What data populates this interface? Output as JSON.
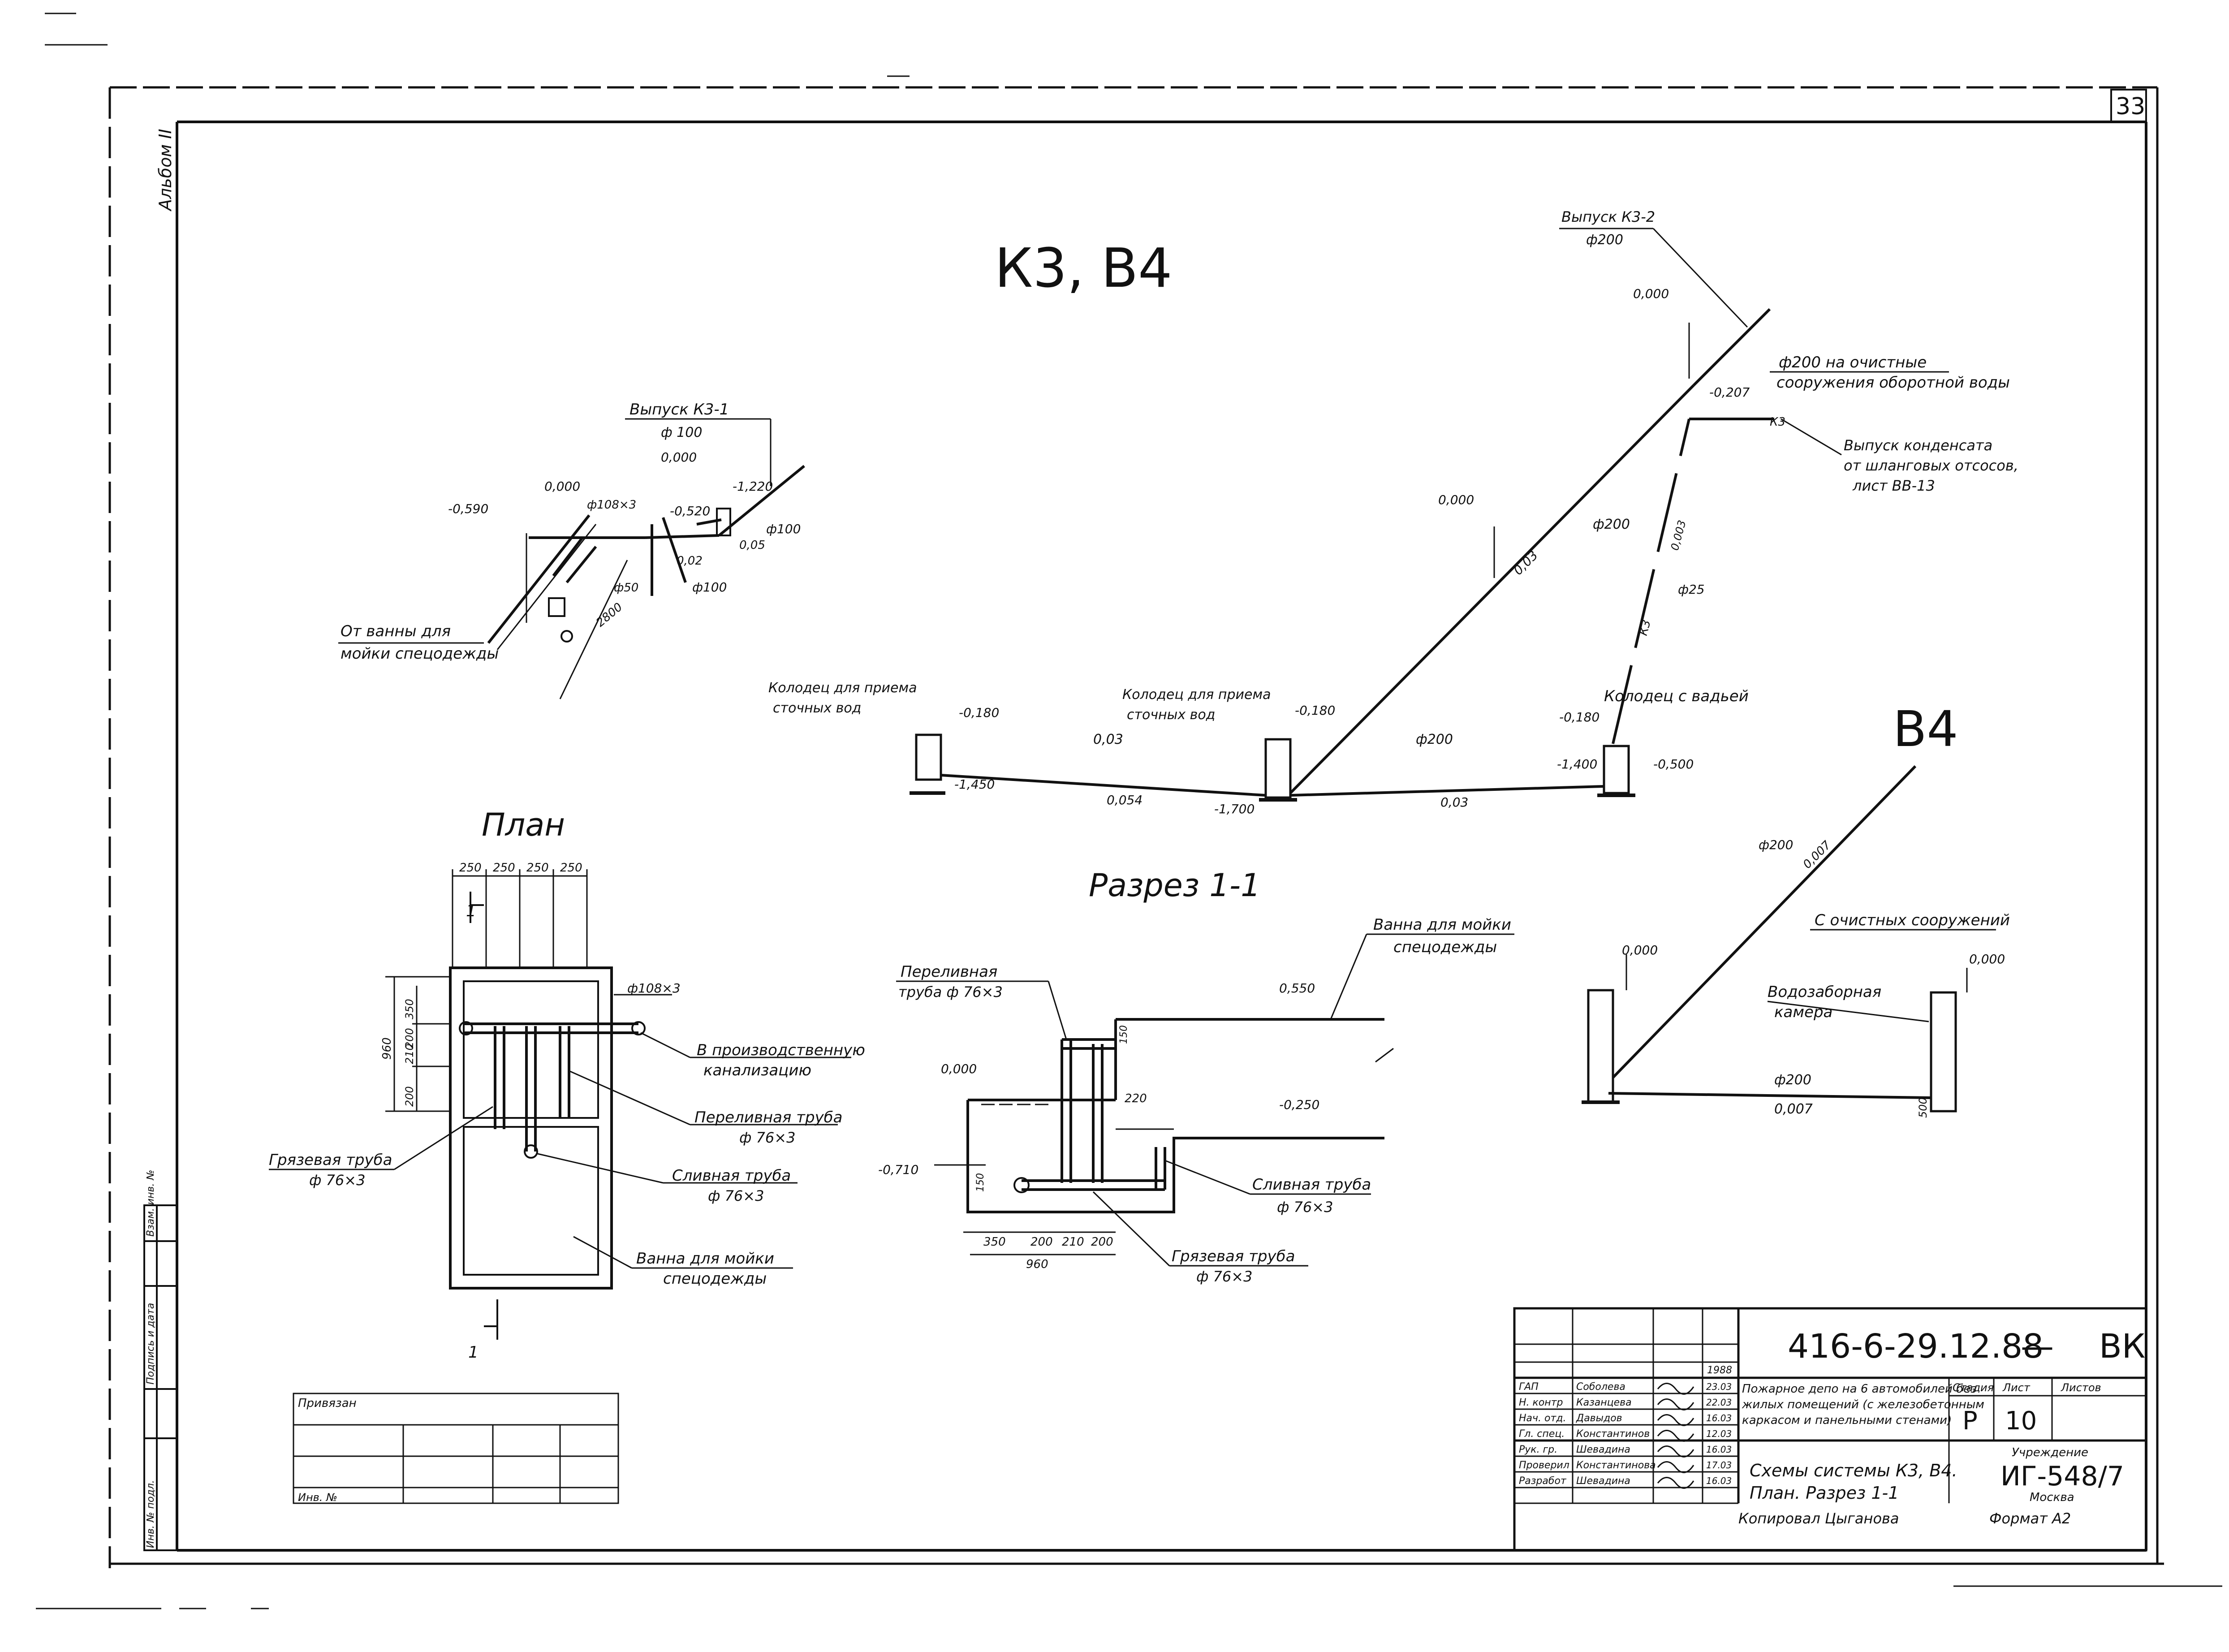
{
  "sheet": {
    "number": "33",
    "album": "Альбом II",
    "side_stamp": [
      "Инв. № подл.",
      "Подпись и дата",
      "Взам. инв. №"
    ]
  },
  "titles": {
    "k3_b4": "К3, В4",
    "b4": "В4",
    "plan": "План",
    "section": "Разрез 1-1",
    "section_mark": "1"
  },
  "scheme_k3": {
    "outlet_k3_1": "Выпуск К3-1",
    "outlet_k3_1_dia": "ф 100",
    "outlet_k3_2": "Выпуск К3-2",
    "outlet_k3_2_dia": "ф200",
    "to_treatment": [
      "ф200 на очистные",
      "сооружения оборотной воды"
    ],
    "condensate": [
      "Выпуск конденсата",
      "от шланговых отсосов,",
      "лист ВВ-13"
    ],
    "from_bath": [
      "От ванны для",
      "мойки спецодежды"
    ],
    "well_1": [
      "Колодец для приема",
      "сточных вод"
    ],
    "well_2": [
      "Колодец для приема",
      "сточных вод"
    ],
    "well_3": "Колодец с вадьей",
    "marks": [
      "0,000",
      "-0,590",
      "0,000",
      "-0,520",
      "-1,220",
      "-0,180",
      "-1,450",
      "-1,700",
      "-0,180",
      "-0,180",
      "-1,400",
      "-0,500",
      "-0,207",
      "0,000",
      "0,000"
    ],
    "dims": [
      "ф108×3",
      "ф50",
      "ф100",
      "ф100",
      "0,05",
      "0,02",
      "0,03",
      "ф200",
      "ф200",
      "ф200",
      "0,054",
      "0,03",
      "0,03",
      "ф25",
      "К3",
      "К3",
      "0,003",
      "2800"
    ]
  },
  "scheme_b4": {
    "from_treatment": "С очистных сооружений",
    "intake": [
      "Водозаборная",
      "камера"
    ],
    "marks": [
      "0,000",
      "0,000",
      "ф200",
      "0,007",
      "ф200",
      "0,007",
      "500"
    ]
  },
  "plan": {
    "dims_top": [
      "250",
      "250",
      "250",
      "250"
    ],
    "dims_left": [
      "960",
      "350",
      "200",
      "210",
      "200"
    ],
    "pipe_main": "ф108×3",
    "to_sewer": [
      "В производственную",
      "канализацию"
    ],
    "overflow": [
      "Переливная труба",
      "ф 76×3"
    ],
    "drain": [
      "Сливная труба",
      "ф 76×3"
    ],
    "dirt": [
      "Грязевая труба",
      "ф 76×3"
    ],
    "bath": [
      "Ванна для мойки",
      "спецодежды"
    ],
    "cut": "1"
  },
  "section": {
    "overflow": [
      "Переливная",
      "труба ф 76×3"
    ],
    "bath": [
      "Ванна для мойки",
      "спецодежды"
    ],
    "drain": [
      "Сливная труба",
      "ф 76×3"
    ],
    "dirt": [
      "Грязевая труба",
      "ф 76×3"
    ],
    "marks": [
      "0,550",
      "0,000",
      "-0,250",
      "-0,710"
    ],
    "dims": [
      "350",
      "200",
      "210",
      "200",
      "960",
      "220",
      "150",
      "150"
    ]
  },
  "stamp": {
    "code": "416-6-29.12.88",
    "dash": "—",
    "section": "ВК",
    "project": [
      "Пожарное депо на 6 автомобилей без",
      "жилых помещений (с железобетонным",
      "каркасом и панельными стенами)"
    ],
    "sheet_title": [
      "Схемы системы К3, В4.",
      "План.  Разрез 1-1"
    ],
    "stage_h": "Стадия",
    "sheet_h": "Лист",
    "sheets_h": "Листов",
    "stage": "Р",
    "sheet": "10",
    "org_h": "Учреждение",
    "org": "ИГ-548/7",
    "city": "Москва",
    "year": "1988",
    "roles": [
      "ГАП",
      "Н. контр",
      "Нач. отд.",
      "Гл. спец.",
      "Рук. гр.",
      "Проверил",
      "Разработ"
    ],
    "names": [
      "Соболева",
      "Казанцева",
      "Давыдов",
      "Константинов",
      "Шевадина",
      "Константинова",
      "Шевадина"
    ],
    "dates": [
      "23.03",
      "22.03",
      "16.03",
      "12.03",
      "16.03",
      "17.03",
      "16.03"
    ],
    "left_label": "Привязан",
    "inv": "Инв. №",
    "copied": "Копировал  Цыганова",
    "format": "Формат А2"
  }
}
